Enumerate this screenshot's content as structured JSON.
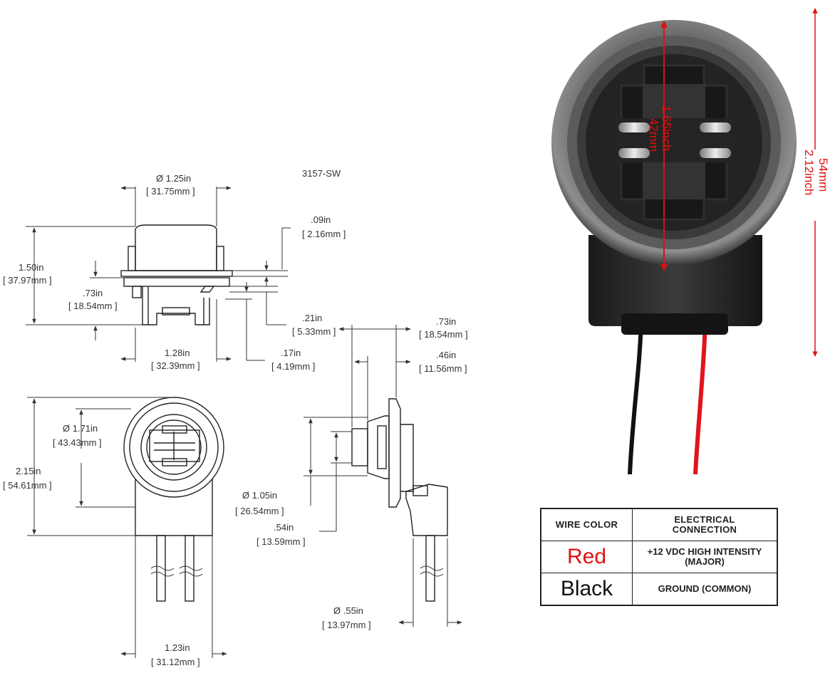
{
  "title": "3157-SW",
  "dims": {
    "top_width": {
      "in": "Ø 1.25in",
      "mm": "[ 31.75mm ]"
    },
    "flange_thk": {
      "in": ".09in",
      "mm": "[ 2.16mm ]"
    },
    "overall_h": {
      "in": "1.50in",
      "mm": "[ 37.97mm ]"
    },
    "lower_h": {
      "in": ".73in",
      "mm": "[ 18.54mm ]"
    },
    "step_a": {
      "in": ".21in",
      "mm": "[ 5.33mm ]"
    },
    "base_w": {
      "in": "1.28in",
      "mm": "[ 32.39mm ]"
    },
    "step_b": {
      "in": ".17in",
      "mm": "[ 4.19mm ]"
    },
    "front_dia": {
      "in": "Ø 1.71in",
      "mm": "[ 43.43mm ]"
    },
    "front_h": {
      "in": "2.15in",
      "mm": "[ 54.61mm ]"
    },
    "front_w": {
      "in": "1.23in",
      "mm": "[ 31.12mm ]"
    },
    "side_total": {
      "in": ".73in",
      "mm": "[ 18.54mm ]"
    },
    "side_body": {
      "in": ".46in",
      "mm": "[ 11.56mm ]"
    },
    "side_dia": {
      "in": "Ø 1.05in",
      "mm": "[ 26.54mm ]"
    },
    "side_inner": {
      "in": ".54in",
      "mm": "[ 13.59mm ]"
    },
    "side_stem": {
      "in": "Ø .55in",
      "mm": "[ 13.97mm ]"
    }
  },
  "photo": {
    "inner_mm": "42mm",
    "inner_in": "1.65inch",
    "outer_mm": "54mm",
    "outer_in": "2.12inch"
  },
  "table": {
    "col1_header": "WIRE COLOR",
    "col2_header_line1": "ELECTRICAL",
    "col2_header_line2": "CONNECTION",
    "rows": [
      {
        "color_name": "Red",
        "color_hex": "#e01010",
        "desc_line1": "+12 VDC HIGH INTENSITY",
        "desc_line2": "(MAJOR)"
      },
      {
        "color_name": "Black",
        "color_hex": "#111111",
        "desc_line1": "GROUND (COMMON)",
        "desc_line2": ""
      }
    ]
  }
}
